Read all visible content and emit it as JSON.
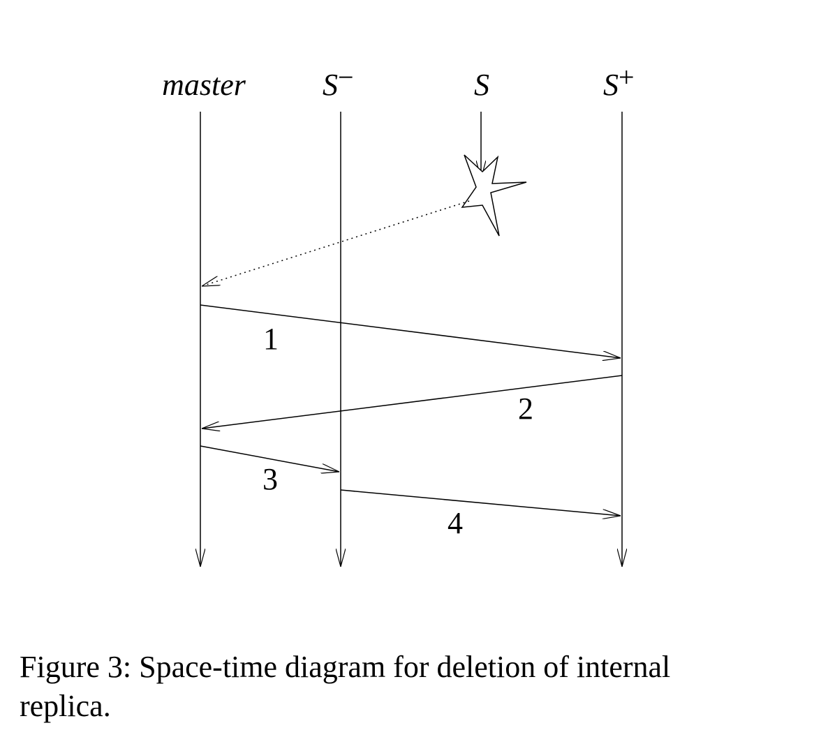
{
  "processes": [
    {
      "name": "master",
      "sign": ""
    },
    {
      "name": "S",
      "sign": "−"
    },
    {
      "name": "S",
      "sign": ""
    },
    {
      "name": "S",
      "sign": "+"
    }
  ],
  "messages": [
    {
      "label": "1",
      "from": "master",
      "to": "S+"
    },
    {
      "label": "2",
      "from": "S+",
      "to": "master"
    },
    {
      "label": "3",
      "from": "master",
      "to": "S−"
    },
    {
      "label": "4",
      "from": "S−",
      "to": "S+"
    }
  ],
  "failure": {
    "process": "S",
    "icon": "crash-star-icon",
    "notification": "dotted-arrow-to-master"
  },
  "caption": {
    "prefix": "Figure 3:",
    "text": "Space-time diagram for deletion of internal\nreplica."
  }
}
